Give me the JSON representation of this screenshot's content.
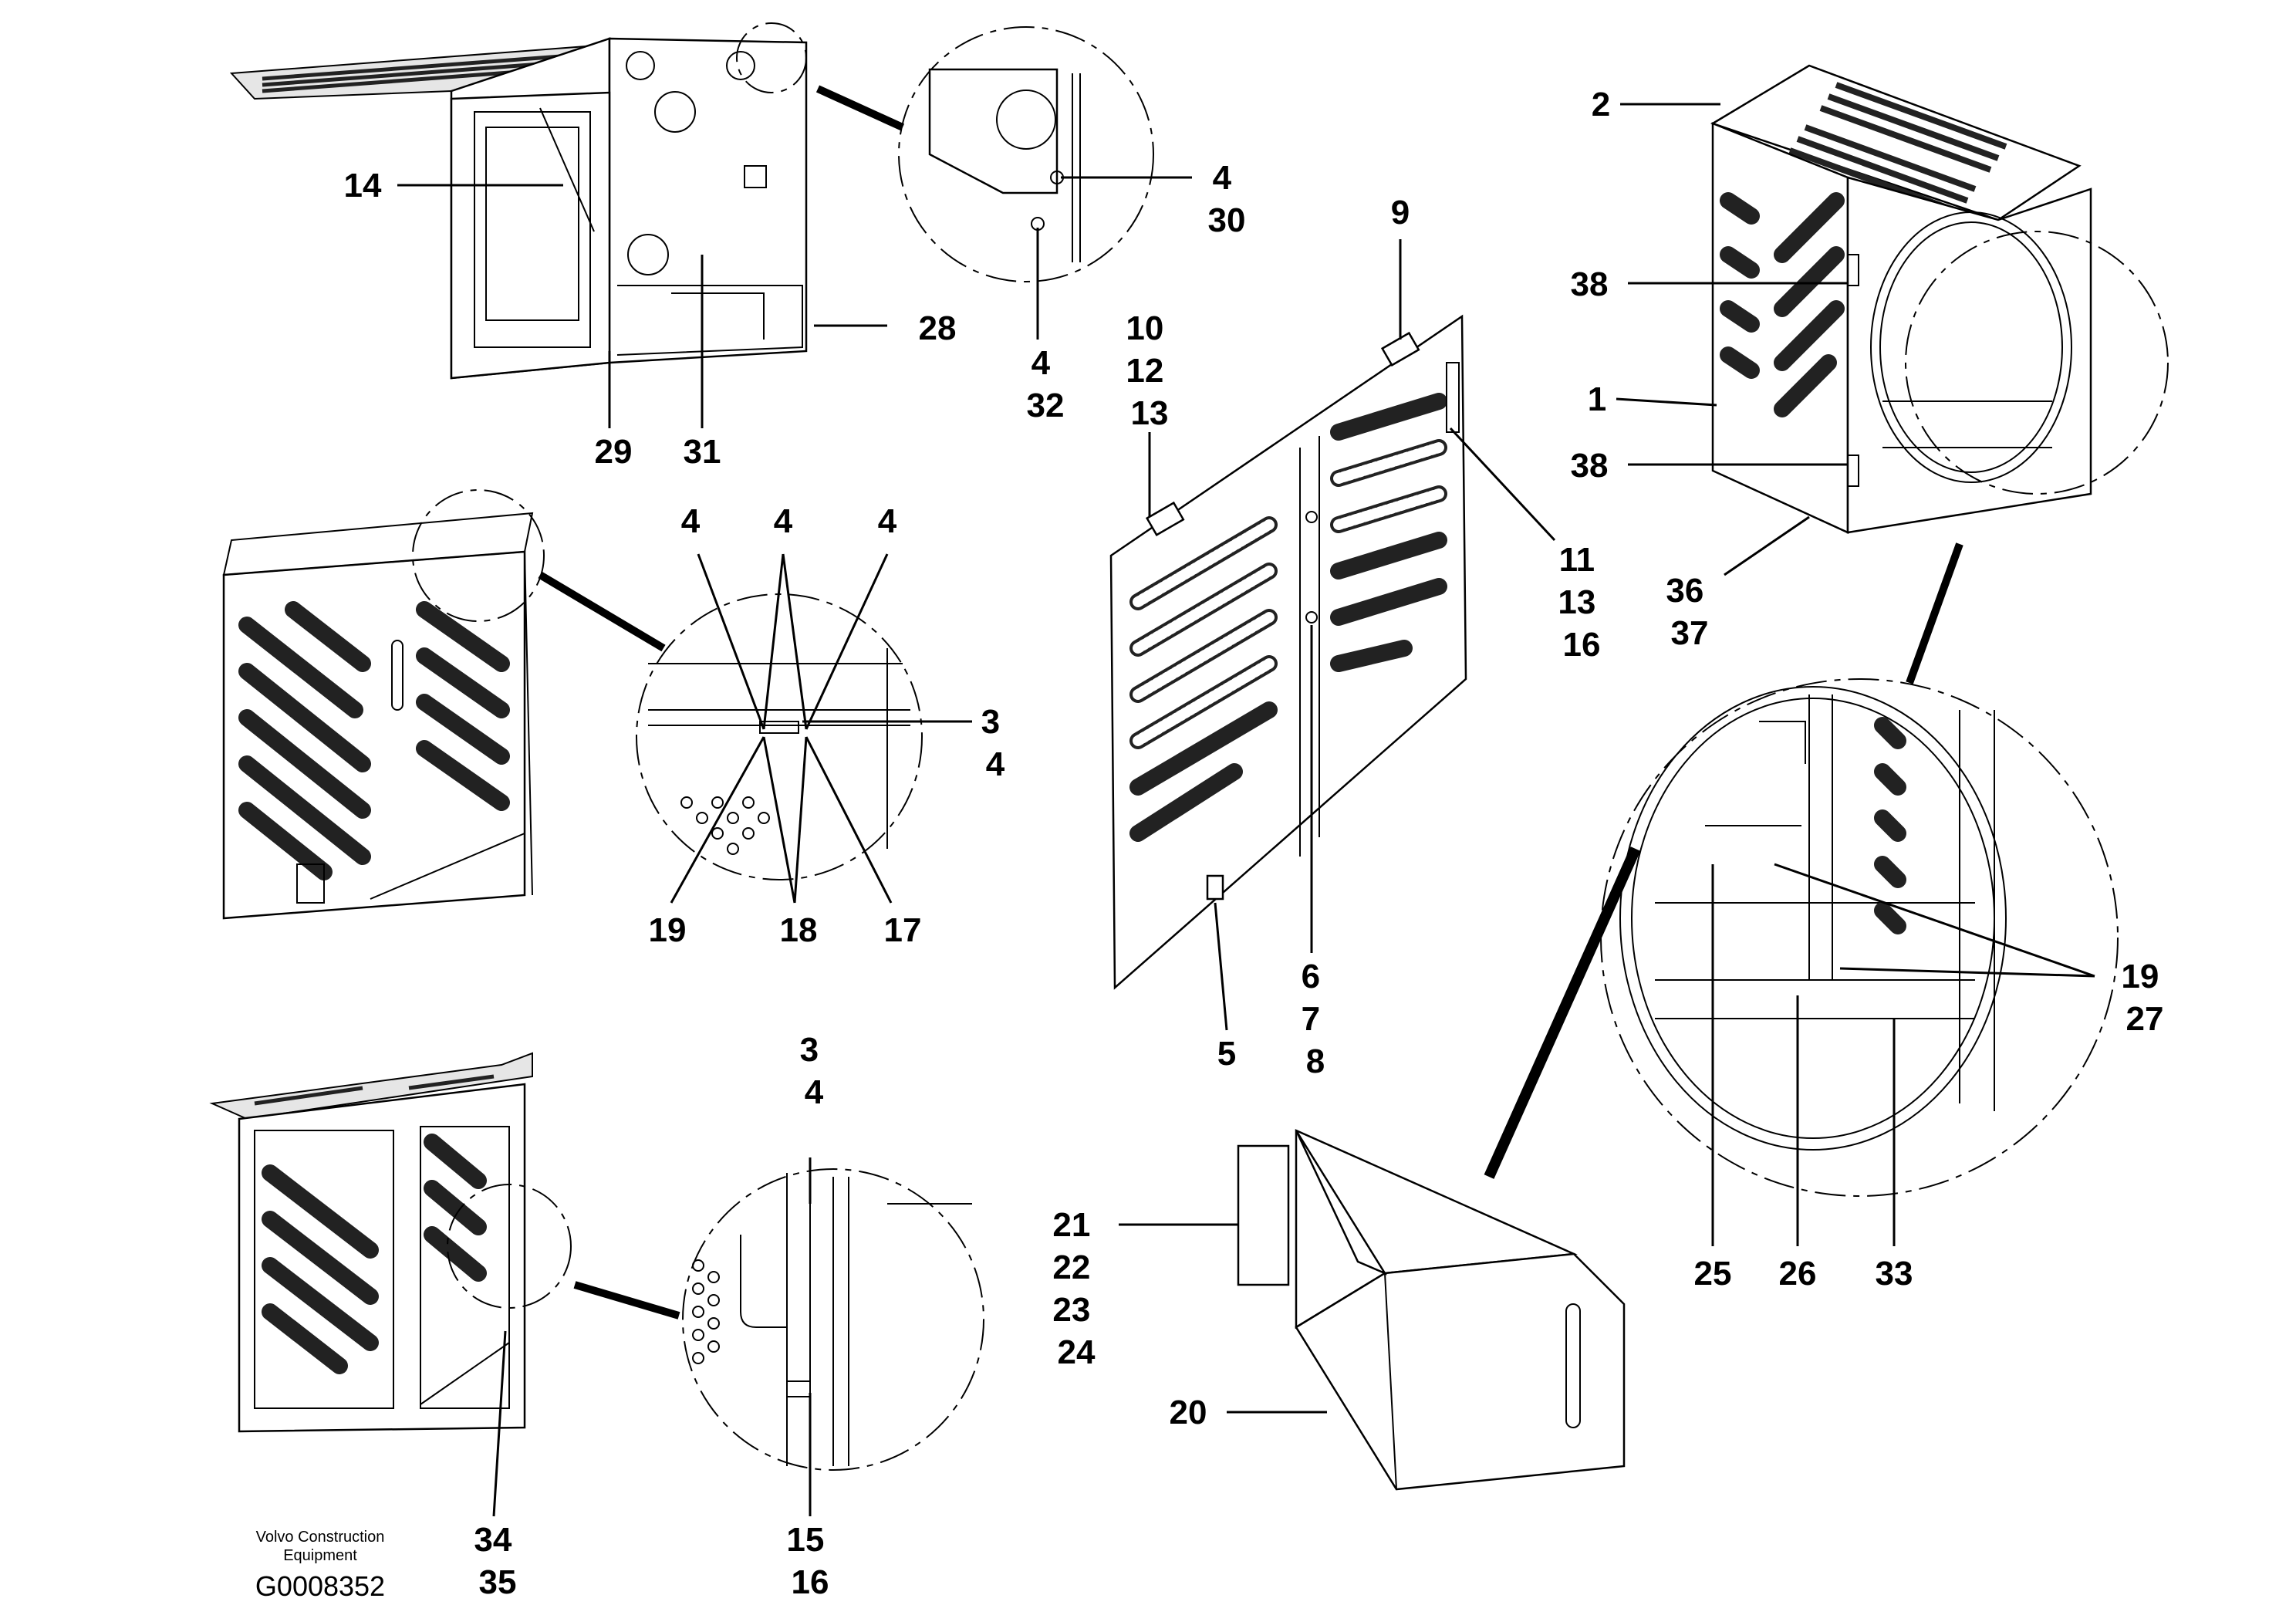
{
  "callouts": [
    {
      "id": "c1",
      "lines": [
        "14"
      ]
    },
    {
      "id": "c2",
      "lines": [
        "4",
        "30"
      ]
    },
    {
      "id": "c3",
      "lines": [
        "28"
      ]
    },
    {
      "id": "c4",
      "lines": [
        "4",
        "32"
      ]
    },
    {
      "id": "c5",
      "lines": [
        "29"
      ]
    },
    {
      "id": "c6",
      "lines": [
        "31"
      ]
    },
    {
      "id": "c7",
      "lines": [
        "2"
      ]
    },
    {
      "id": "c8",
      "lines": [
        "38"
      ]
    },
    {
      "id": "c9",
      "lines": [
        "1"
      ]
    },
    {
      "id": "c10",
      "lines": [
        "38"
      ]
    },
    {
      "id": "c11",
      "lines": [
        "36",
        "37"
      ]
    },
    {
      "id": "c12",
      "lines": [
        "9"
      ]
    },
    {
      "id": "c13",
      "lines": [
        "10",
        "12",
        "13"
      ]
    },
    {
      "id": "c14",
      "lines": [
        "11",
        "13",
        "16"
      ]
    },
    {
      "id": "c15",
      "lines": [
        "4"
      ]
    },
    {
      "id": "c16",
      "lines": [
        "4"
      ]
    },
    {
      "id": "c17",
      "lines": [
        "4"
      ]
    },
    {
      "id": "c18",
      "lines": [
        "3",
        "4"
      ]
    },
    {
      "id": "c19",
      "lines": [
        "19"
      ]
    },
    {
      "id": "c20",
      "lines": [
        "18"
      ]
    },
    {
      "id": "c21",
      "lines": [
        "17"
      ]
    },
    {
      "id": "c22",
      "lines": [
        "6",
        "7",
        "8"
      ]
    },
    {
      "id": "c23",
      "lines": [
        "5"
      ]
    },
    {
      "id": "c24",
      "lines": [
        "19",
        "27"
      ]
    },
    {
      "id": "c25",
      "lines": [
        "25"
      ]
    },
    {
      "id": "c26",
      "lines": [
        "26"
      ]
    },
    {
      "id": "c27",
      "lines": [
        "33"
      ]
    },
    {
      "id": "c28",
      "lines": [
        "3",
        "4"
      ]
    },
    {
      "id": "c29",
      "lines": [
        "21",
        "22",
        "23",
        "24"
      ]
    },
    {
      "id": "c30",
      "lines": [
        "20"
      ]
    },
    {
      "id": "c31",
      "lines": [
        "34",
        "35"
      ]
    },
    {
      "id": "c32",
      "lines": [
        "15",
        "16"
      ]
    }
  ],
  "credit": {
    "line1": "Volvo Construction",
    "line2": "Equipment",
    "doc_id": "G0008352"
  }
}
